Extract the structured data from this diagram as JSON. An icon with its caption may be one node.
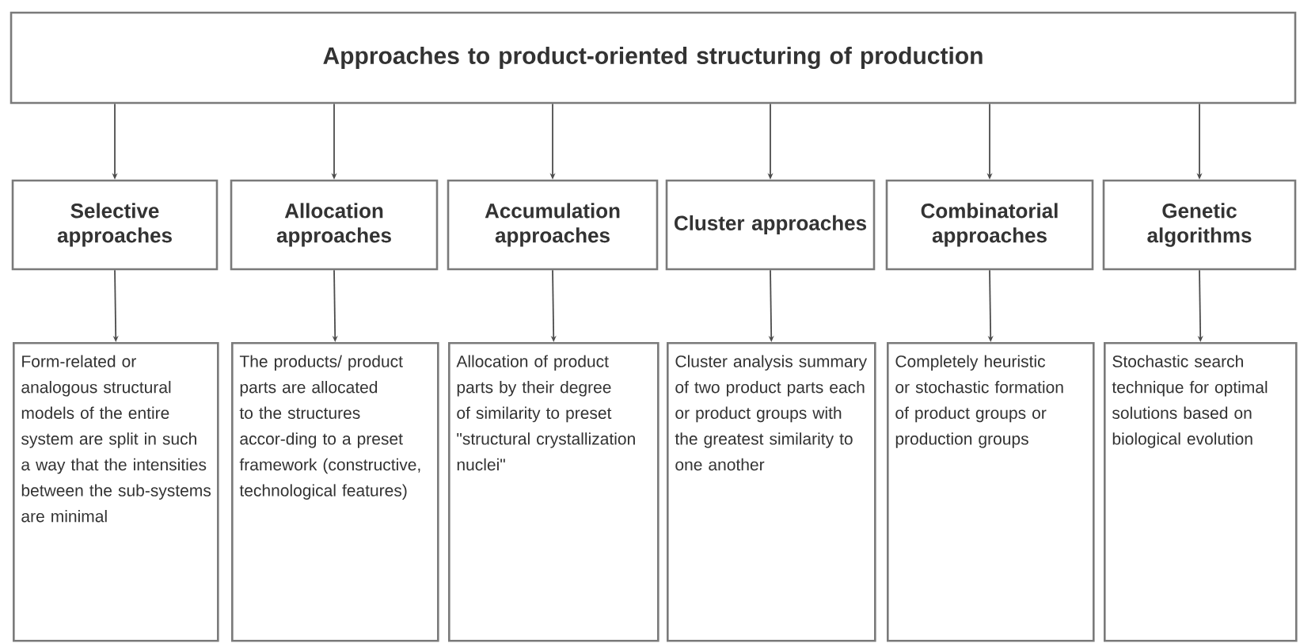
{
  "diagram": {
    "nodes": [
      {
        "text": [
          "Approaches to product-oriented structuring of production"
        ]
      },
      {
        "text": [
          "Selective approaches"
        ]
      },
      {
        "text": [
          "Allocation approaches"
        ]
      },
      {
        "text": [
          "Accumulation approaches"
        ]
      },
      {
        "text": [
          "Cluster approaches"
        ]
      },
      {
        "text": [
          "Combinatorial approaches"
        ]
      },
      {
        "text": [
          "Genetic algorithms"
        ]
      },
      {
        "text": [
          "Form-related or analogous structural models of the entire system are split in such a way that the intensities between the sub-systems are minimal"
        ]
      },
      {
        "text": [
          "The products/ product parts are allocated to the structures accor-ding to a preset framework (constructive, technological features)"
        ]
      },
      {
        "text": [
          "Allocation of product parts by their degree of similarity to preset \"structural crystallization nuclei\""
        ]
      },
      {
        "text": [
          "Cluster analysis summary of two product parts each or product groups with the greatest similarity to one another"
        ]
      },
      {
        "text": [
          "Completely heuristic or stochastic formation of product groups or production groups"
        ]
      },
      {
        "text": [
          "Stochastic search technique for optimal solutions based on biological evolution"
        ]
      }
    ],
    "edges": [
      {
        "from": 0,
        "to": 1,
        "arrow": "to"
      },
      {
        "from": 0,
        "to": 2,
        "arrow": "to"
      },
      {
        "from": 0,
        "to": 3,
        "arrow": "to"
      },
      {
        "from": 0,
        "to": 4,
        "arrow": "to"
      },
      {
        "from": 0,
        "to": 5,
        "arrow": "to"
      },
      {
        "from": 0,
        "to": 6,
        "arrow": "to"
      },
      {
        "from": 1,
        "to": 7,
        "arrow": "to"
      },
      {
        "from": 2,
        "to": 8,
        "arrow": "to"
      },
      {
        "from": 3,
        "to": 9,
        "arrow": "to"
      },
      {
        "from": 4,
        "to": 10,
        "arrow": "to"
      },
      {
        "from": 5,
        "to": 11,
        "arrow": "to"
      },
      {
        "from": 6,
        "to": 12,
        "arrow": "to"
      }
    ]
  }
}
